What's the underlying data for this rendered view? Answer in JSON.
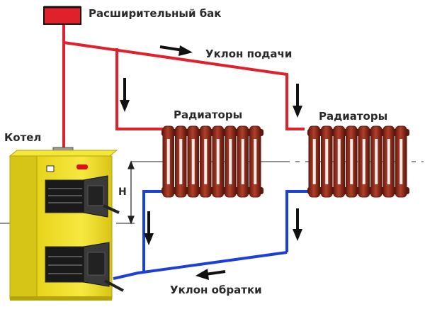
{
  "labels": {
    "expansion_tank": "Расширительный бак",
    "supply_slope": "Уклон подачи",
    "radiators_left": "Радиаторы",
    "radiators_right": "Радиаторы",
    "boiler": "Котел",
    "height": "H",
    "return_slope": "Уклон обратки"
  },
  "colors": {
    "supply_pipe": "#e0202a",
    "return_pipe": "#1c3fd6",
    "radiator": "#8c2a1a",
    "radiator_dark": "#5e170c",
    "boiler_body": "#f2e01e",
    "boiler_dark": "#c9b80f",
    "tank": "#e0202a",
    "arrow": "#111111"
  }
}
